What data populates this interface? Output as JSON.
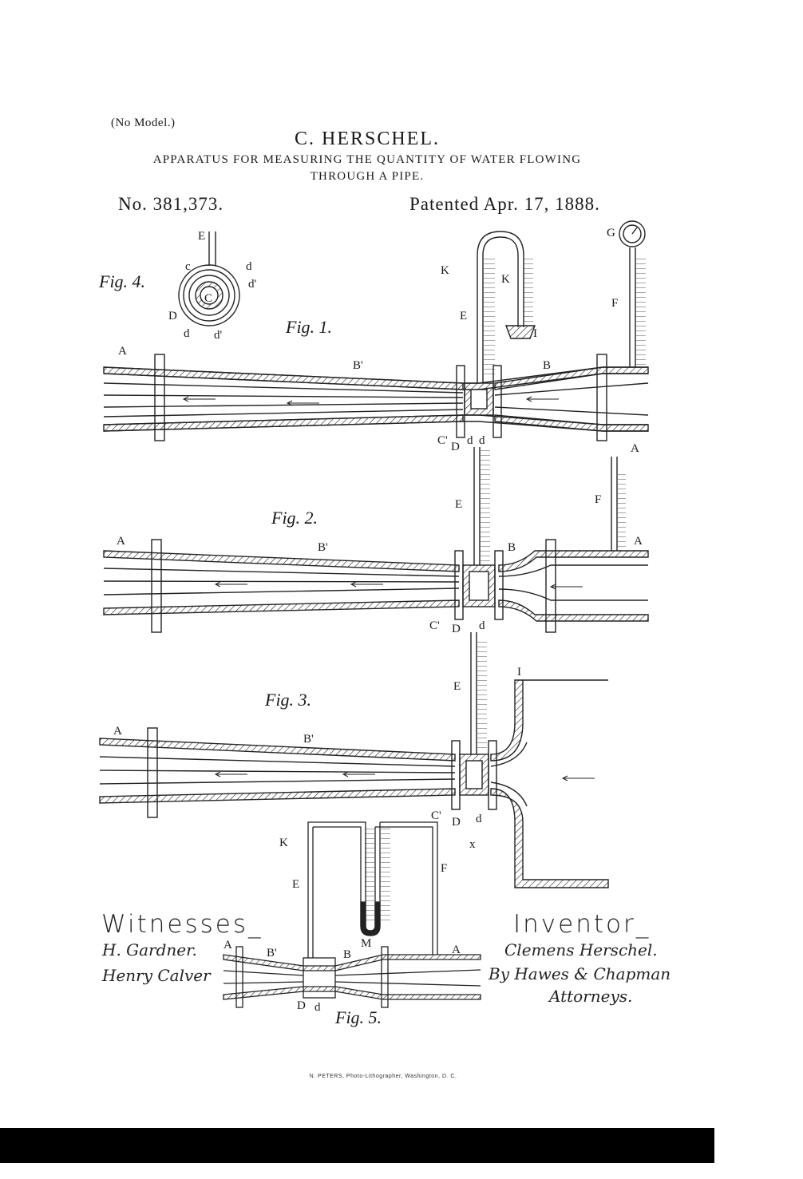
{
  "header": {
    "no_model": "(No Model.)",
    "inventor": "C. HERSCHEL.",
    "title_line1": "APPARATUS FOR MEASURING THE QUANTITY OF WATER FLOWING",
    "title_line2": "THROUGH A PIPE.",
    "patent_number": "No. 381,373.",
    "patent_date": "Patented Apr. 17, 1888."
  },
  "figures": {
    "fig1": "Fig. 1.",
    "fig2": "Fig. 2.",
    "fig3": "Fig. 3.",
    "fig4": "Fig. 4.",
    "fig5": "Fig. 5."
  },
  "labels": {
    "A": "A",
    "B": "B",
    "B1": "B'",
    "C": "C",
    "C1": "C'",
    "D": "D",
    "E": "E",
    "F": "F",
    "G": "G",
    "I": "I",
    "K": "K",
    "M": "M",
    "c": "c",
    "d": "d",
    "d1": "d'",
    "x": "x"
  },
  "signatures": {
    "witnesses_heading": "Witnesses_",
    "witness1": "H. Gardner.",
    "witness2": "Henry Calver",
    "inventor_heading": "Inventor_",
    "inventor_signature": "Clemens Herschel.",
    "attorneys_line1": "By Hawes & Chapman",
    "attorneys_line2": "Attorneys."
  },
  "footer": {
    "printer": "N. PETERS, Photo-Lithographer, Washington, D. C."
  }
}
